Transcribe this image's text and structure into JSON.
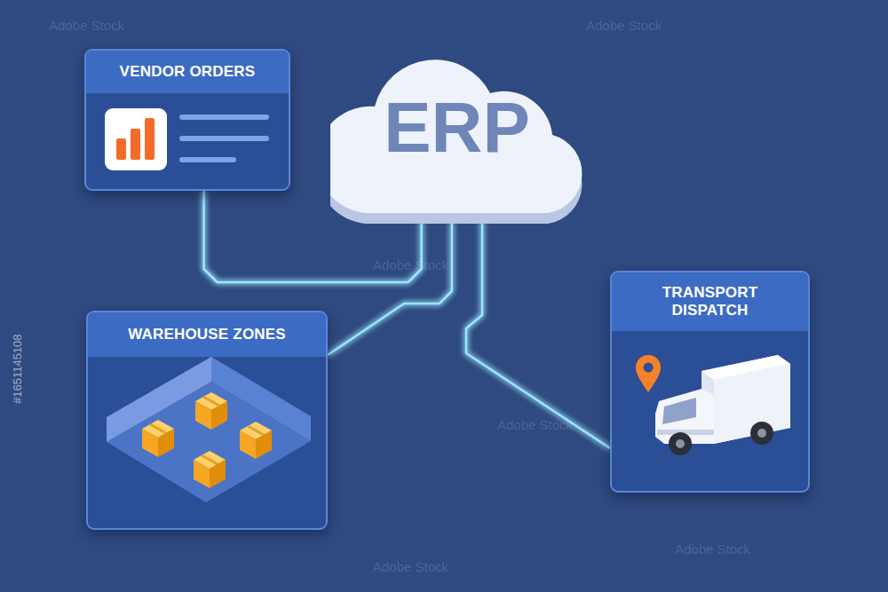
{
  "diagram": {
    "nodes": [
      {
        "text": [
          "VENDOR ORDERS"
        ]
      },
      {
        "text": [
          "ERP"
        ]
      },
      {
        "text": [
          "WAREHOUSE ZONES"
        ]
      },
      {
        "text": [
          "TRANSPORT DISPATCH"
        ]
      }
    ],
    "edges": [
      {
        "from": 1,
        "to": 0,
        "arrow": "none"
      },
      {
        "from": 1,
        "to": 2,
        "arrow": "none"
      },
      {
        "from": 1,
        "to": 3,
        "arrow": "none"
      }
    ],
    "labels": [
      "#1651145108",
      "Adobe Stock",
      "Adobe Stock",
      "Adobe Stock",
      "Adobe Stock",
      "Adobe Stock",
      "Adobe Stock"
    ]
  }
}
